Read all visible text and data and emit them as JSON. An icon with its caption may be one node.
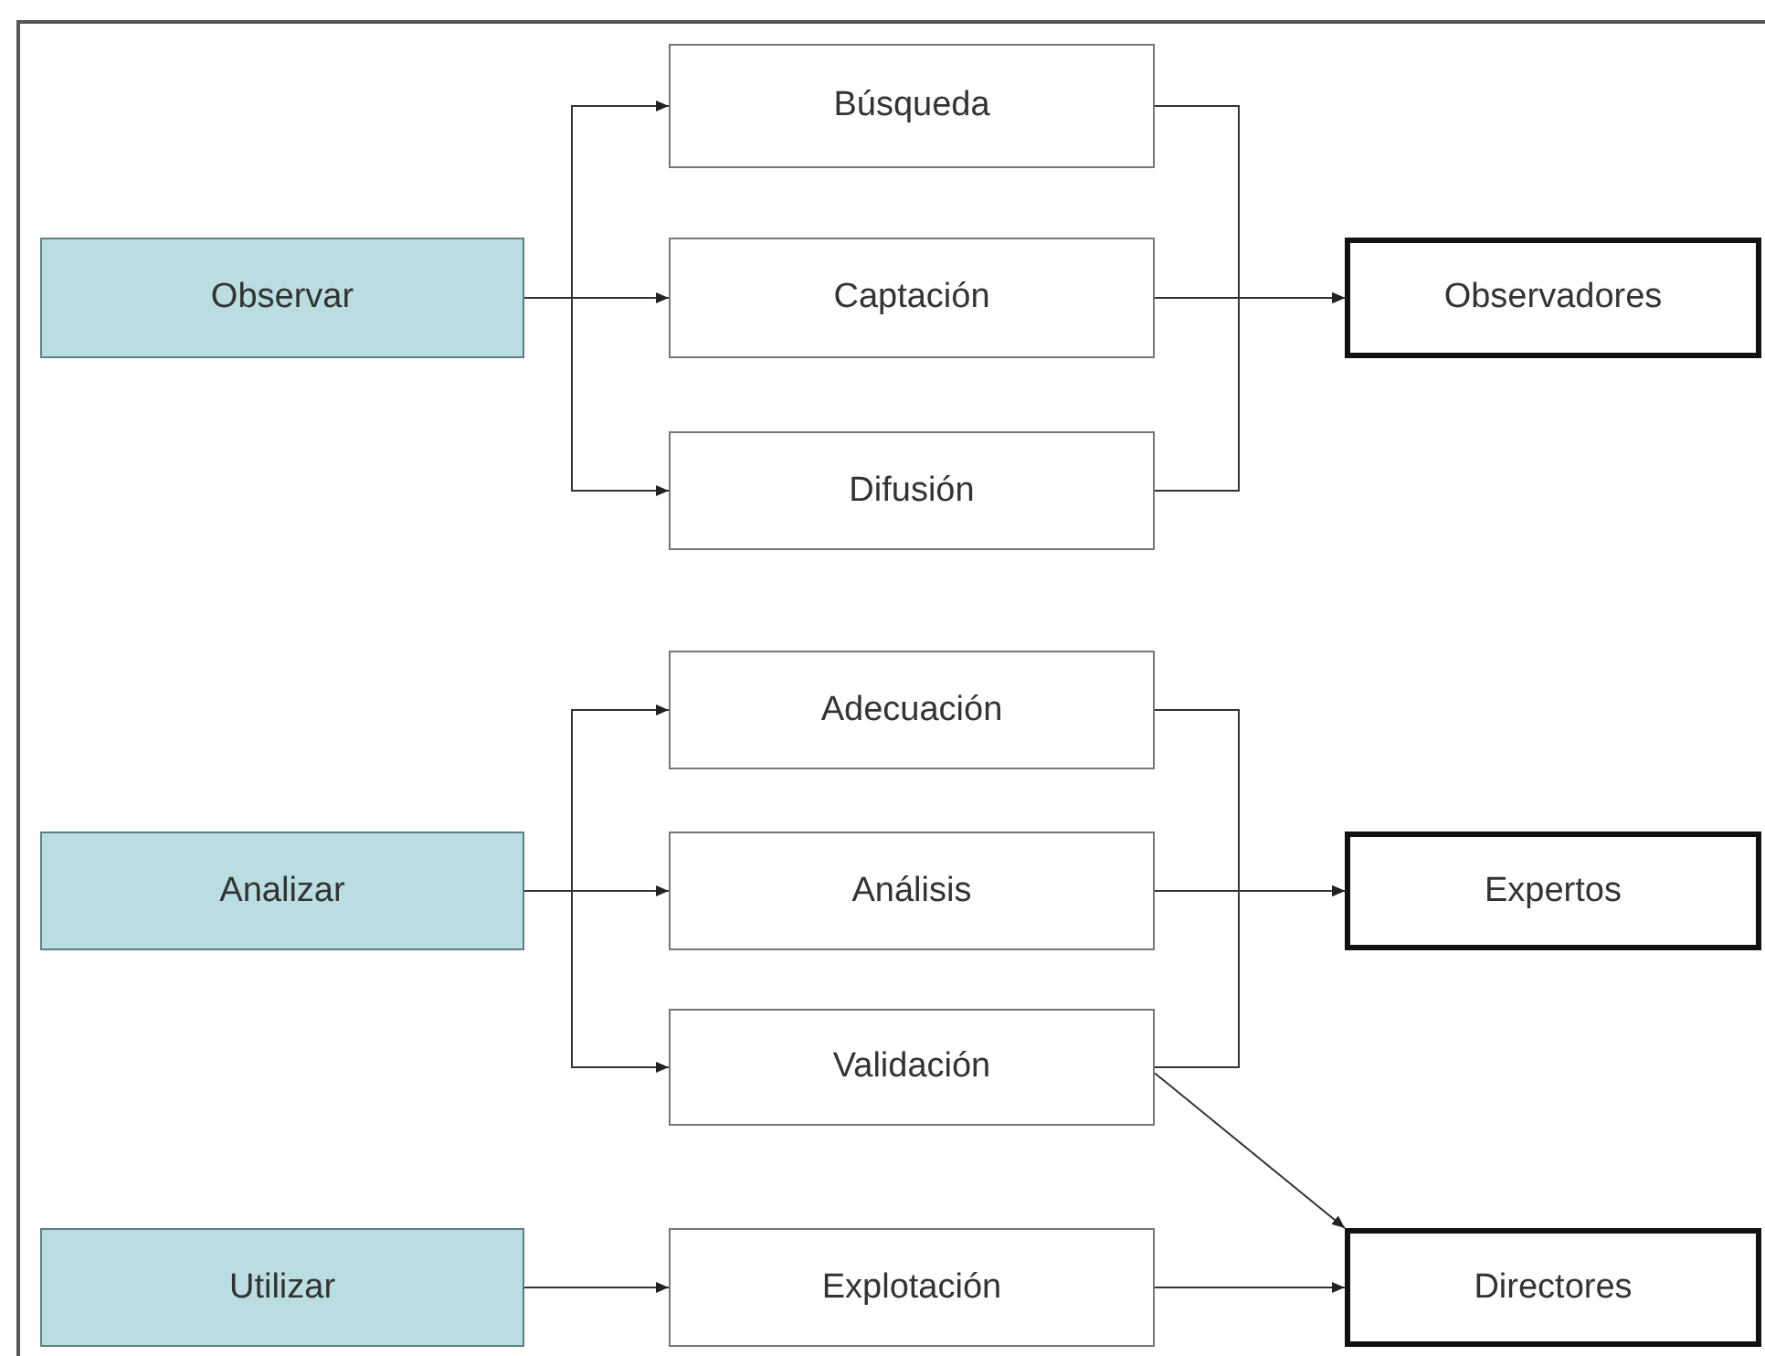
{
  "diagram": {
    "nodes": [
      {
        "text": [
          "Observar"
        ]
      },
      {
        "text": [
          "Búsqueda"
        ]
      },
      {
        "text": [
          "Captación"
        ]
      },
      {
        "text": [
          "Difusión"
        ]
      },
      {
        "text": [
          "Observadores"
        ]
      },
      {
        "text": [
          "Analizar"
        ]
      },
      {
        "text": [
          "Adecuación"
        ]
      },
      {
        "text": [
          "Análisis"
        ]
      },
      {
        "text": [
          "Validación"
        ]
      },
      {
        "text": [
          "Expertos"
        ]
      },
      {
        "text": [
          "Utilizar"
        ]
      },
      {
        "text": [
          "Explotación"
        ]
      },
      {
        "text": [
          "Directores"
        ]
      }
    ],
    "edges": [
      {
        "from": 0,
        "to": 1,
        "arrow": "to"
      },
      {
        "from": 0,
        "to": 2,
        "arrow": "to"
      },
      {
        "from": 0,
        "to": 3,
        "arrow": "to"
      },
      {
        "from": 1,
        "to": 4,
        "arrow": "to"
      },
      {
        "from": 2,
        "to": 4,
        "arrow": "to"
      },
      {
        "from": 3,
        "to": 4,
        "arrow": "to"
      },
      {
        "from": 5,
        "to": 6,
        "arrow": "to"
      },
      {
        "from": 5,
        "to": 7,
        "arrow": "to"
      },
      {
        "from": 5,
        "to": 8,
        "arrow": "to"
      },
      {
        "from": 6,
        "to": 9,
        "arrow": "to"
      },
      {
        "from": 7,
        "to": 9,
        "arrow": "to"
      },
      {
        "from": 8,
        "to": 9,
        "arrow": "to"
      },
      {
        "from": 8,
        "to": 12,
        "arrow": "to"
      },
      {
        "from": 10,
        "to": 11,
        "arrow": "to"
      },
      {
        "from": 11,
        "to": 12,
        "arrow": "to"
      }
    ]
  }
}
